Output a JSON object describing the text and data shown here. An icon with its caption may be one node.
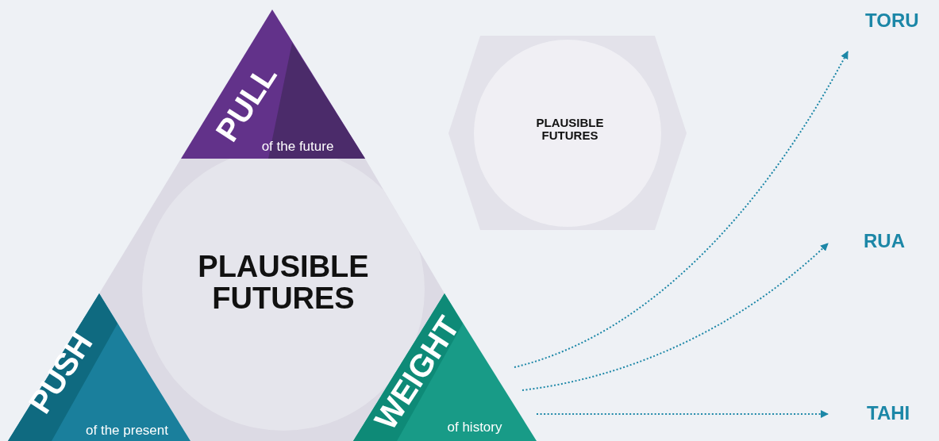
{
  "diagram": {
    "nodes": [
      {
        "text": [
          "PULL",
          "of the future"
        ]
      },
      {
        "text": [
          "PLAUSIBLE FUTURES"
        ]
      },
      {
        "text": [
          "TORU"
        ]
      },
      {
        "text": [
          "PLAUSIBLE FUTURES"
        ]
      },
      {
        "text": [
          "RUA"
        ]
      },
      {
        "text": [
          "PUSH",
          "of the present"
        ]
      },
      {
        "text": [
          "WEIGHT",
          "of history"
        ]
      },
      {
        "text": [
          "TAHI"
        ]
      }
    ],
    "edges": [
      {
        "from": 6,
        "to": 2,
        "arrow": "to",
        "style": "dashed"
      },
      {
        "from": 6,
        "to": 4,
        "arrow": "to",
        "style": "dashed"
      },
      {
        "from": 6,
        "to": 7,
        "arrow": "to",
        "style": "dashed"
      }
    ]
  }
}
